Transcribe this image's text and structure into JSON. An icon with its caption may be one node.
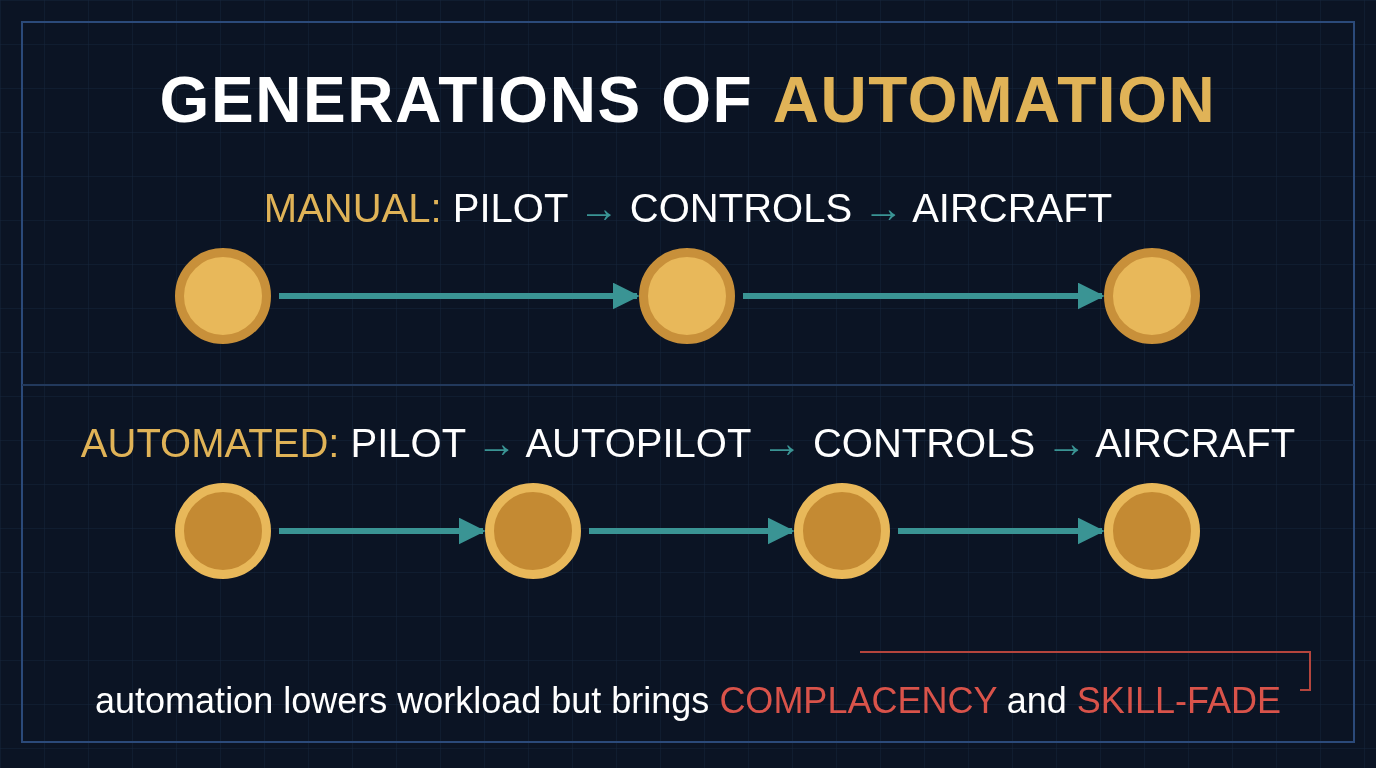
{
  "diagram": {
    "title": "GENERATIONS OF **AUTOMATION**",
    "nodes": [
      {
        "text": [],
        "shape": "circle"
      },
      {
        "text": [],
        "shape": "circle"
      },
      {
        "text": [],
        "shape": "circle"
      },
      {
        "text": [],
        "shape": "circle"
      },
      {
        "text": [],
        "shape": "circle"
      },
      {
        "text": [],
        "shape": "circle"
      },
      {
        "text": [],
        "shape": "circle"
      }
    ],
    "edges": [
      {
        "from": 0,
        "to": 1,
        "arrow": "to"
      },
      {
        "from": 1,
        "to": 2,
        "arrow": "to"
      },
      {
        "from": 3,
        "to": 4,
        "arrow": "to"
      },
      {
        "from": 4,
        "to": 5,
        "arrow": "to"
      },
      {
        "from": 5,
        "to": 6,
        "arrow": "to"
      }
    ],
    "labels": [
      "**MANUAL:** PILOT *→* CONTROLS *→* AIRCRAFT",
      "**AUTOMATED:** PILOT *→* AUTOPILOT *→* CONTROLS *→* AIRCRAFT",
      "automation lowers workload but brings **COMPLACENCY** and **SKILL-FADE**"
    ]
  }
}
